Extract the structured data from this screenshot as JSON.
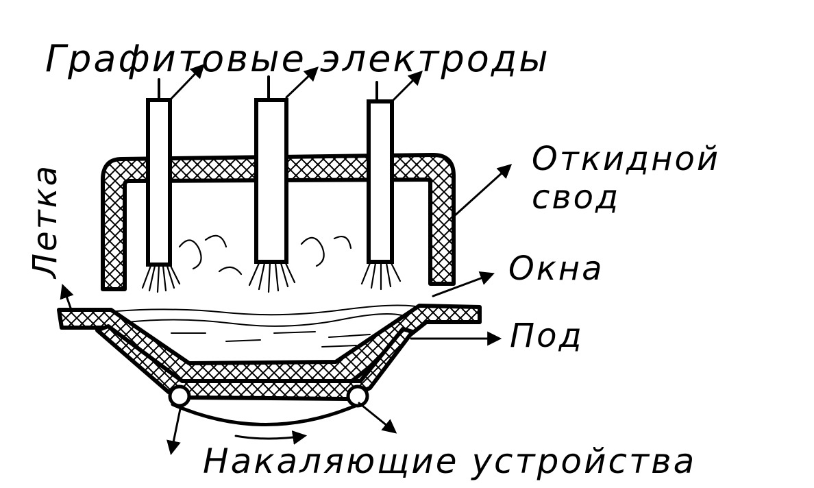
{
  "diagram": {
    "title": "Графитовые электроды",
    "labels": {
      "roof": "Откидной свод",
      "roof_line1": "Откидной",
      "roof_line2": "свод",
      "windows": "Окна",
      "hearth": "Под",
      "taphole": "Летка",
      "tilting": "Накаляющие устройства"
    },
    "electrode_count": 3,
    "colors": {
      "ink": "#000000",
      "paper": "#ffffff"
    }
  }
}
